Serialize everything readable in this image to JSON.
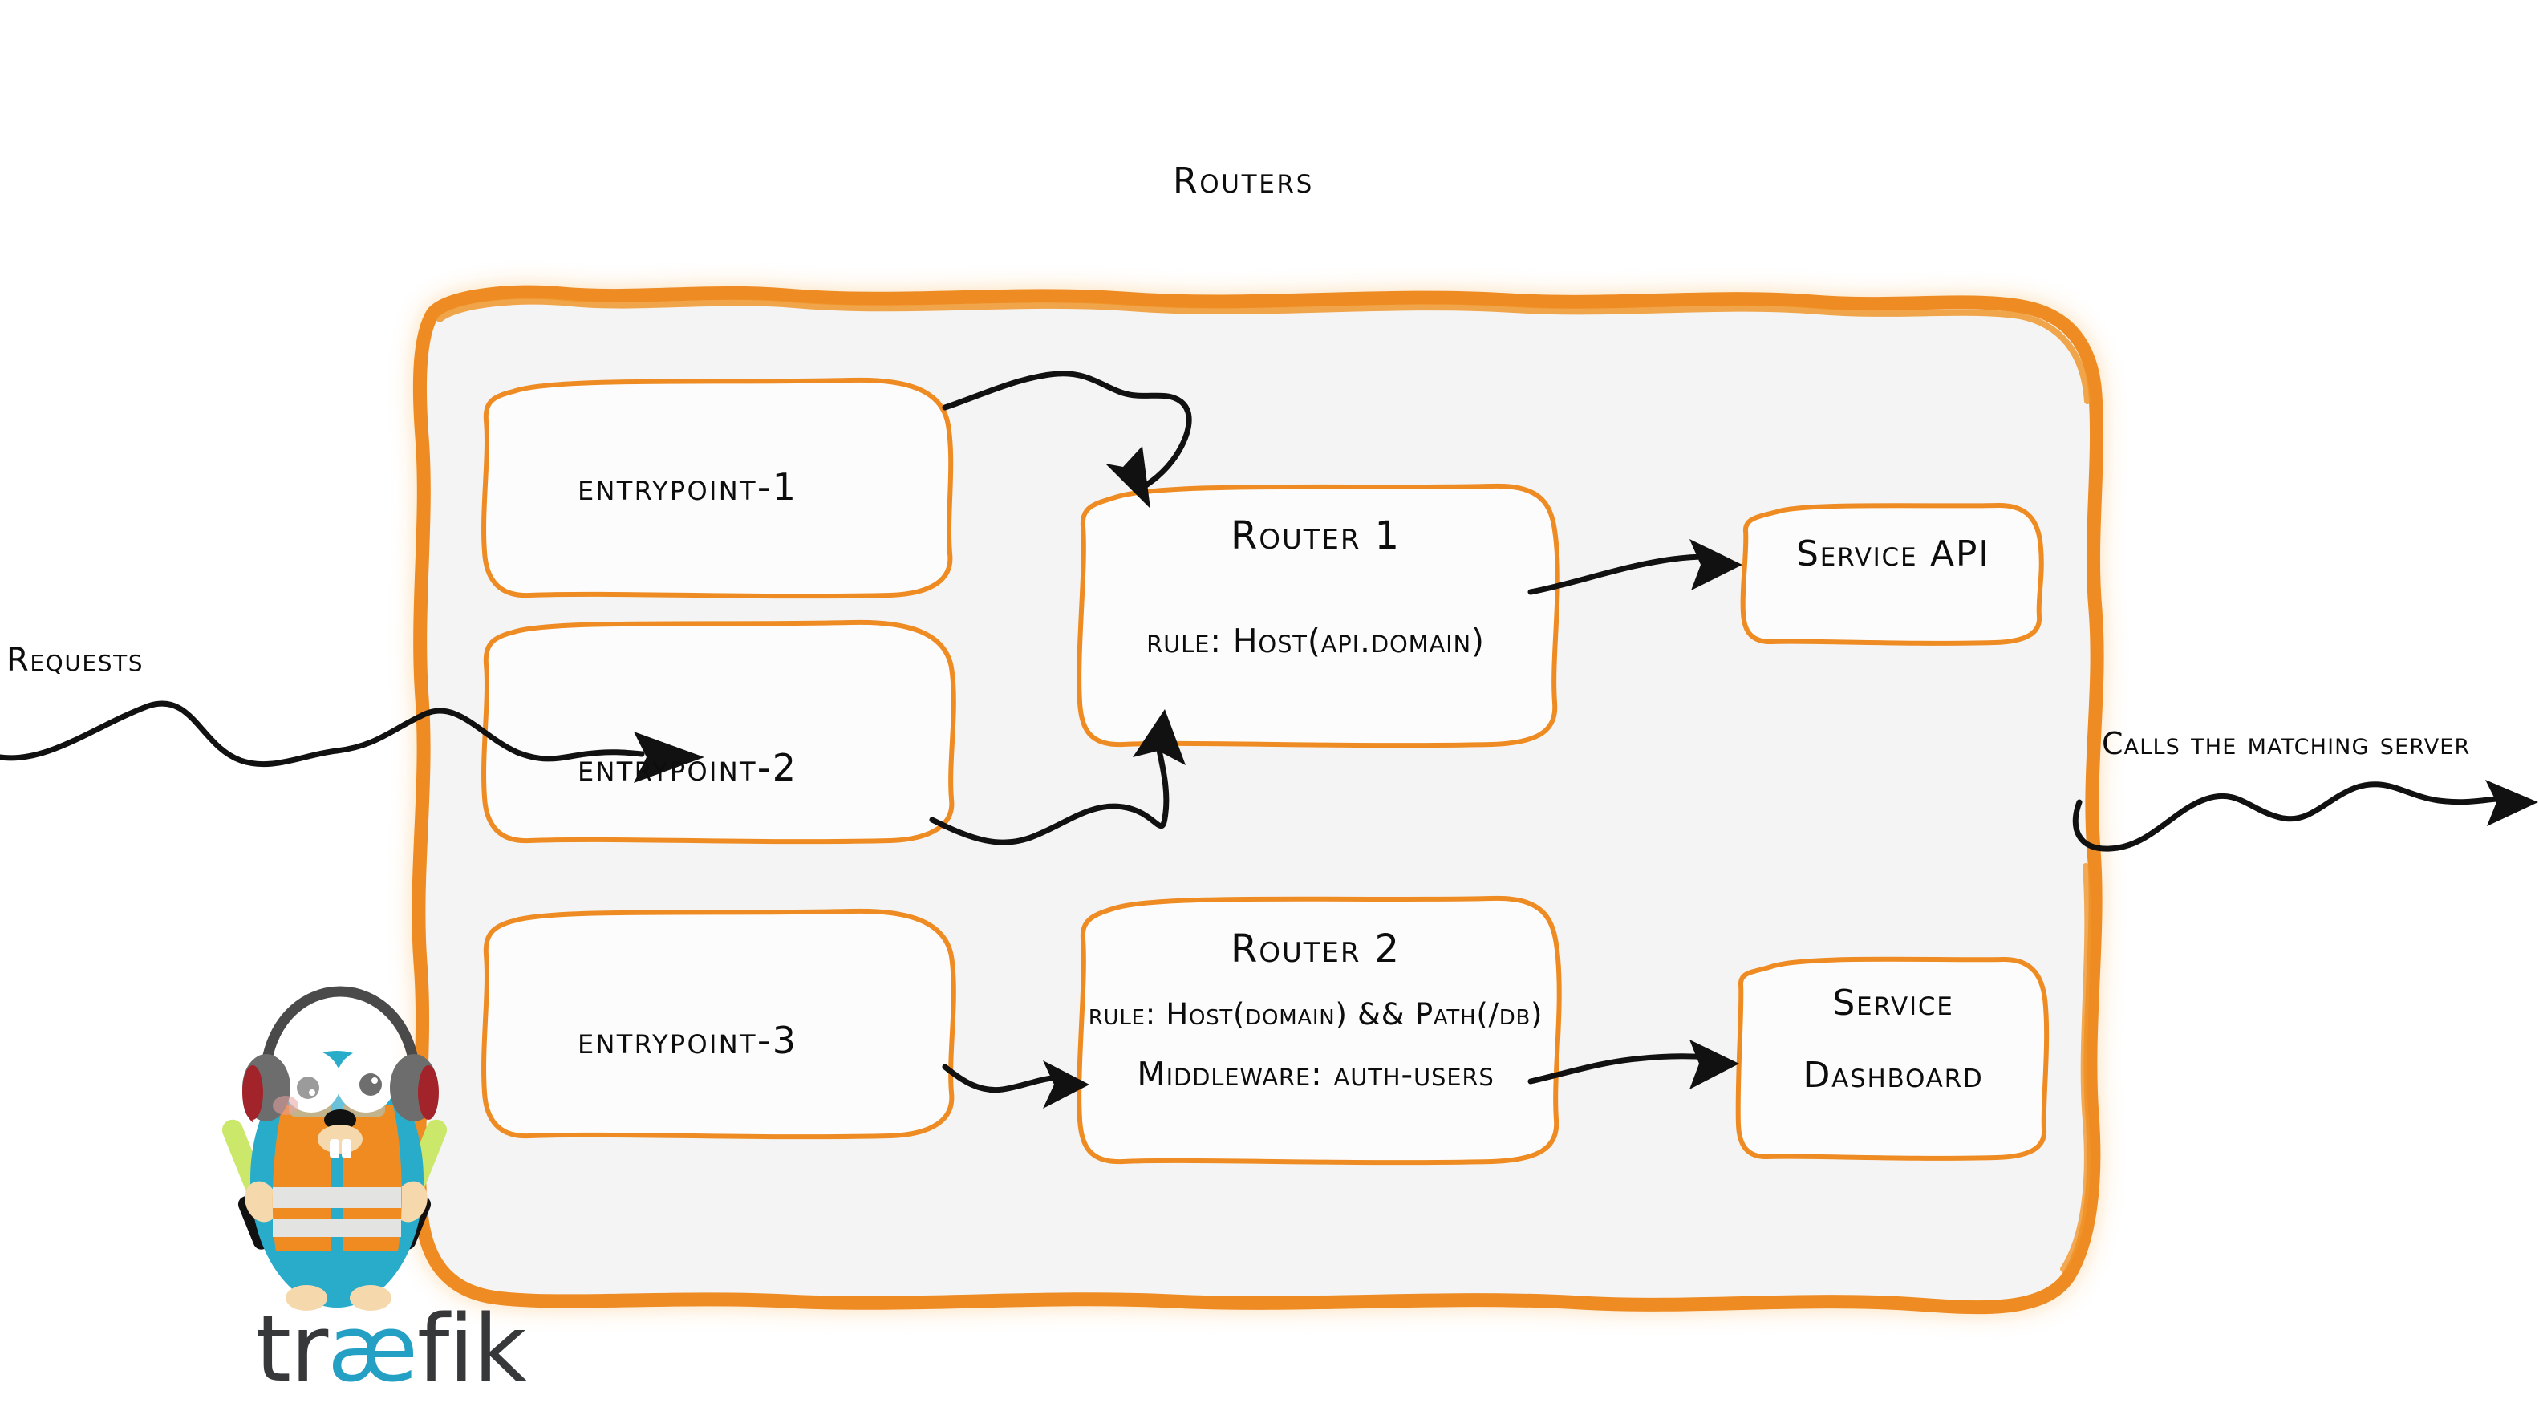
{
  "diagram": {
    "title": "Routers",
    "type": "traefik-routing-architecture"
  },
  "flow": {
    "inbound_label": "Requests",
    "outbound_label": "Calls the matching server"
  },
  "entrypoints": [
    {
      "label": "entrypoint-1"
    },
    {
      "label": "entrypoint-2"
    },
    {
      "label": "entrypoint-3"
    }
  ],
  "routers": [
    {
      "title": "Router 1",
      "rule": "rule: Host(api.domain)",
      "middleware": null
    },
    {
      "title": "Router 2",
      "rule": "rule: Host(domain) && Path(/db)",
      "middleware": "Middleware: auth-users"
    }
  ],
  "services": [
    {
      "line1": "Service API",
      "line2": ""
    },
    {
      "line1": "Service",
      "line2": "Dashboard"
    }
  ],
  "brand": {
    "wordmark_pre": "tr",
    "wordmark_ae": "æ",
    "wordmark_post": "fik",
    "mascot": "traefik-gopher-mascot"
  },
  "colors": {
    "orange": "#ee8b22",
    "orange_light": "#f0962e",
    "panel_fill": "#f4f4f4",
    "box_fill": "#fcfcfc",
    "ink": "#0d0d0d",
    "gopher_body": "#29abca",
    "gopher_vest": "#f08b22",
    "gopher_stripe": "#e3e4e2",
    "gopher_wand": "#cbe86b",
    "wordmark_dark": "#37383a",
    "wordmark_ae": "#24a0c4"
  }
}
